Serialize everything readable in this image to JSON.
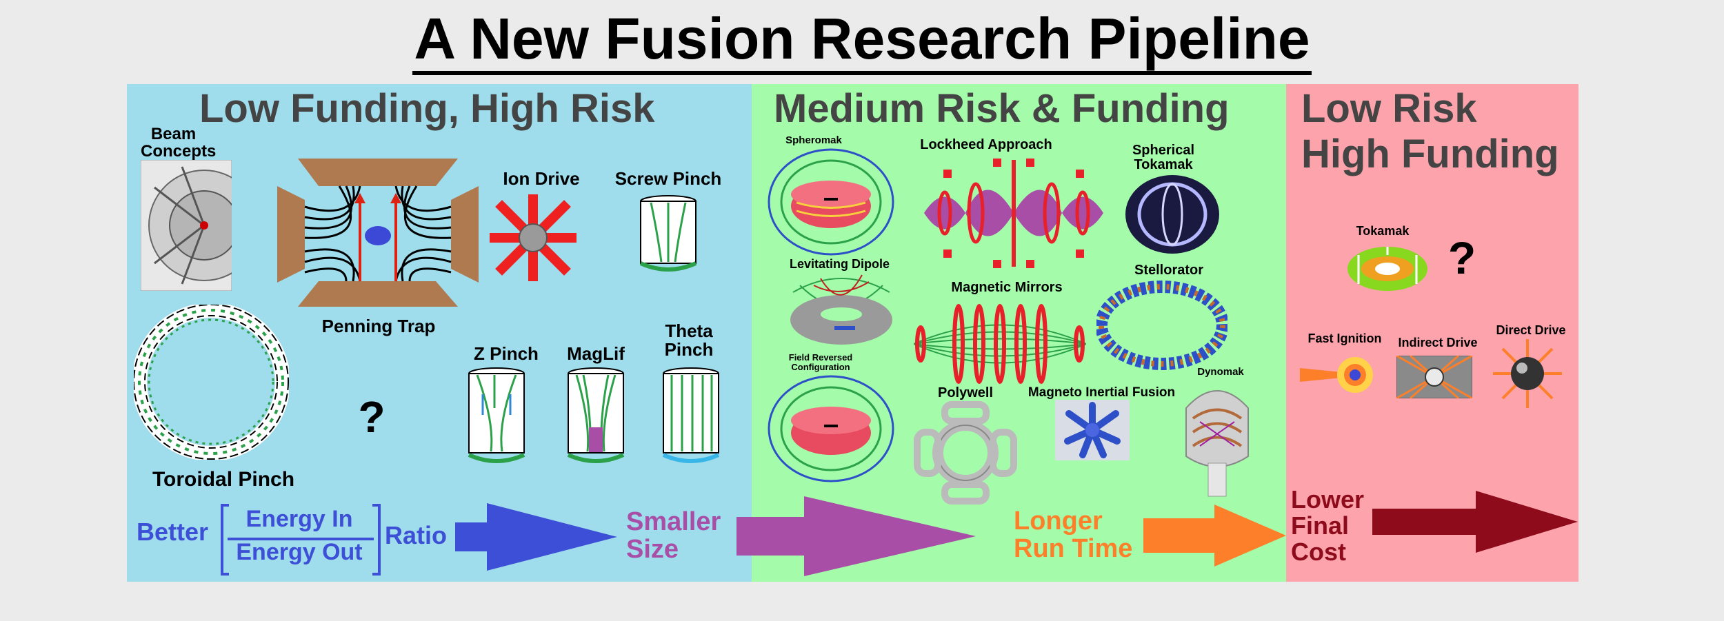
{
  "title": "A New Fusion Research Pipeline",
  "sections": {
    "low_funding": {
      "heading": "Low Funding, High Risk",
      "concepts": [
        "Beam Concepts",
        "Penning Trap",
        "Ion Drive",
        "Screw Pinch",
        "Toroidal Pinch",
        "Z Pinch",
        "MagLif",
        "Theta Pinch"
      ],
      "unknown": "?"
    },
    "medium": {
      "heading": "Medium Risk & Funding",
      "concepts": [
        "Spheromak",
        "Lockheed Approach",
        "Spherical Tokamak",
        "Levitating Dipole",
        "Magnetic Mirrors",
        "Stellorator",
        "Field Reversed Configuration",
        "Polywell",
        "Magneto Inertial Fusion",
        "Dynomak"
      ]
    },
    "high_funding": {
      "heading_line1": "Low Risk",
      "heading_line2": "High Funding",
      "concepts": [
        "Tokamak",
        "Fast Ignition",
        "Indirect Drive",
        "Direct Drive"
      ],
      "unknown": "?"
    }
  },
  "bottom": {
    "better": "Better",
    "energy_in": "Energy In",
    "energy_out": "Energy Out",
    "ratio": "Ratio",
    "smaller_size": "Smaller Size",
    "longer_run_time": "Longer Run Time",
    "lower_final_cost": "Lower Final Cost"
  },
  "colors": {
    "low_bg": "#9fdcec",
    "medium_bg": "#a4fcaa",
    "high_bg": "#fca3ac",
    "ratio_blue": "#3d4fd6",
    "size_purple": "#a84ea6",
    "run_orange": "#fd7f2a",
    "cost_red": "#8e0b1c"
  }
}
